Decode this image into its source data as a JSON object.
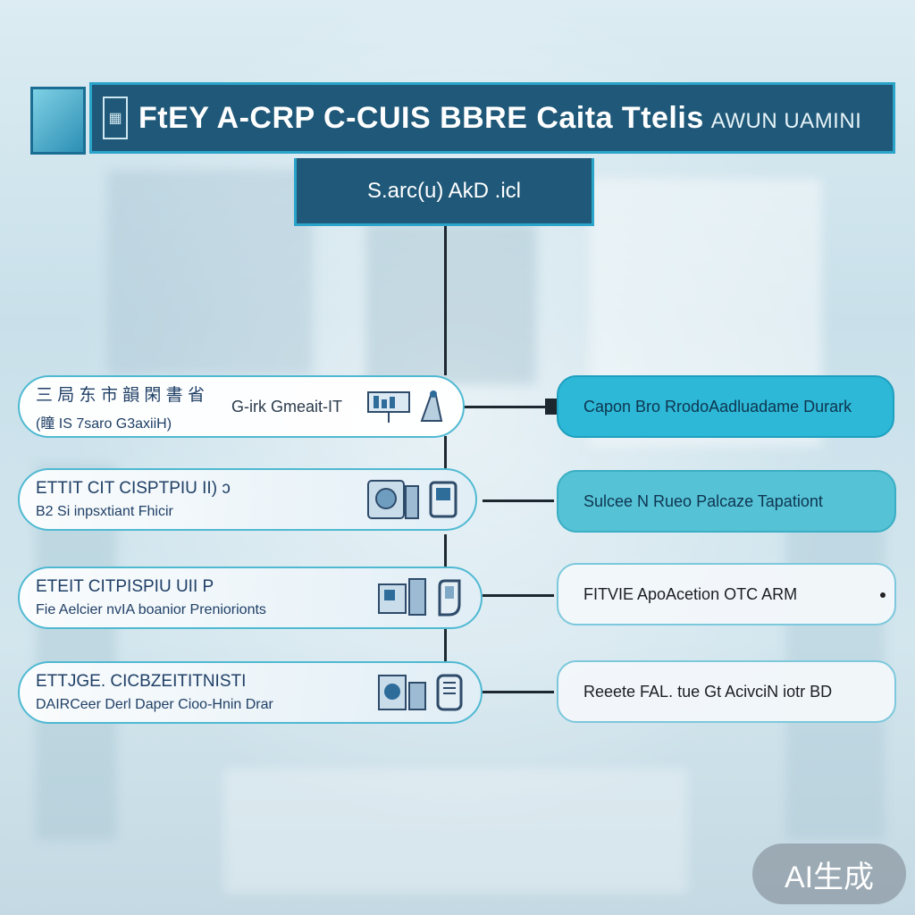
{
  "title": {
    "main": "FtEY A-CRP C-CUIS BBRE Caita Ttelis",
    "suffix": "AWUN UAMINI"
  },
  "subtitle": "S.arc(u) AkD .icl",
  "left_nodes": [
    {
      "line1": "三 局 东 市 韻 閑 書 省",
      "line2": "(瞳 IS 7saro G3axiiH)",
      "middle": "G-irk Gmeait-IT"
    },
    {
      "line1": "ETTIT CIT CISPTPIU II) ɔ",
      "line2": "B2 Si inpsxtiant Fhicir",
      "middle": ""
    },
    {
      "line1": "ETEIT CITPISPIU UII P",
      "line2": "Fie Aelcier nvIA boanior Preniorionts",
      "middle": ""
    },
    {
      "line1": "ETTJGE. CICBZEITITNISTI",
      "line2": "DAIRCeer Derl Daper Cioo-Hnin Drar",
      "middle": ""
    }
  ],
  "right_nodes": [
    {
      "label": "Capon Bro RrodoAadluadame Durark",
      "style": "teal"
    },
    {
      "label": "Sulcee N Rueo Palcaze Tapationt",
      "style": "teal2"
    },
    {
      "label": "FITVIE ApoAcetion OTC ARM",
      "style": "white"
    },
    {
      "label": "Reeete FAL. tue Gt AcivciN iotr BD",
      "style": "white"
    }
  ],
  "watermark": "AI生成",
  "colors": {
    "header_bg": "#1f5878",
    "header_border": "#2aa4c9",
    "teal": "#2cb8d6",
    "connector": "#1c2730"
  },
  "icons": [
    "chart-board-icon",
    "lab-equipment-icon",
    "scanner-icon",
    "machine-icon"
  ]
}
